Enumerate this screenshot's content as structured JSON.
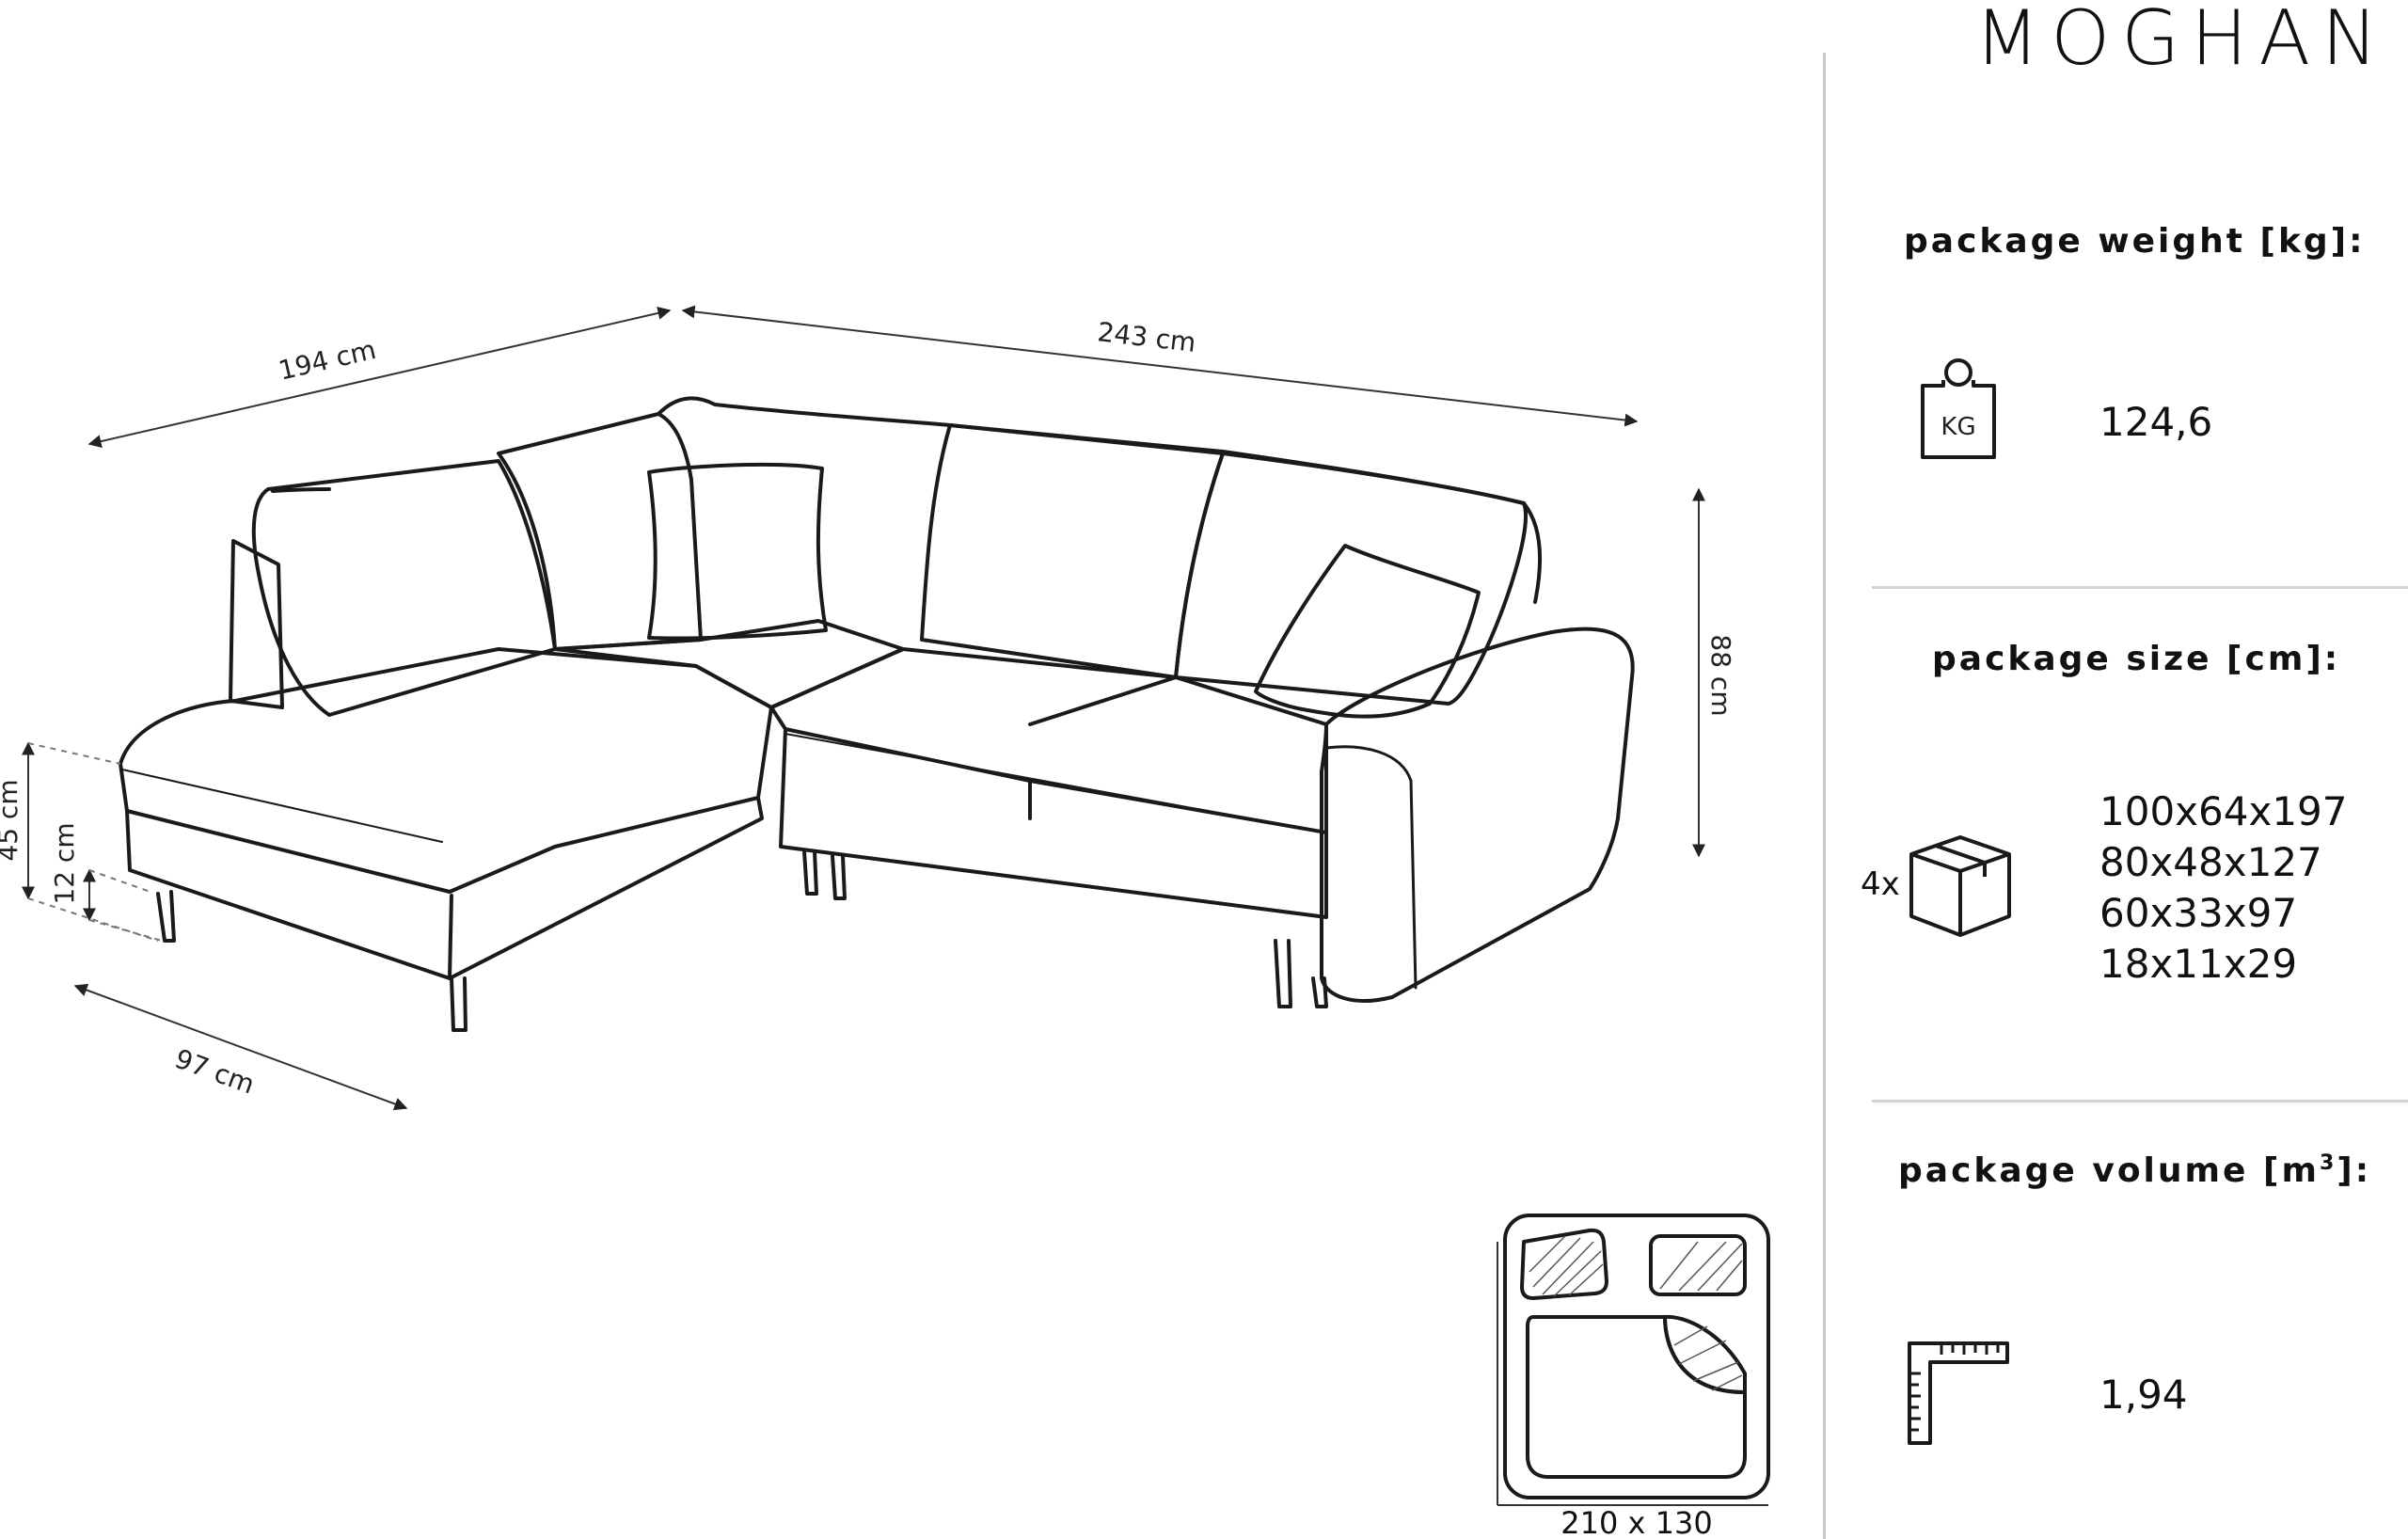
{
  "brand": "MOGHAN",
  "dimensions": {
    "back_depth": "194 cm",
    "width": "243 cm",
    "height": "88 cm",
    "seat_height": "45 cm",
    "leg_height": "12 cm",
    "chaise_depth": "97 cm"
  },
  "package_weight": {
    "title": "package weight [kg]:",
    "icon_label": "KG",
    "value": "124,6",
    "icon": "weight-icon"
  },
  "package_size": {
    "title": "package size [cm]:",
    "quantity": "4x",
    "items": [
      "100x64x197",
      "80x48x127",
      "60x33x97",
      "18x11x29"
    ],
    "icon": "box-icon"
  },
  "package_volume": {
    "title_prefix": "package volume [m",
    "title_sup": "3",
    "title_suffix": "]:",
    "value": "1,94",
    "icon": "ruler-icon"
  },
  "sleeping_area": {
    "label": "210 x 130",
    "icon": "bed-area-icon"
  }
}
